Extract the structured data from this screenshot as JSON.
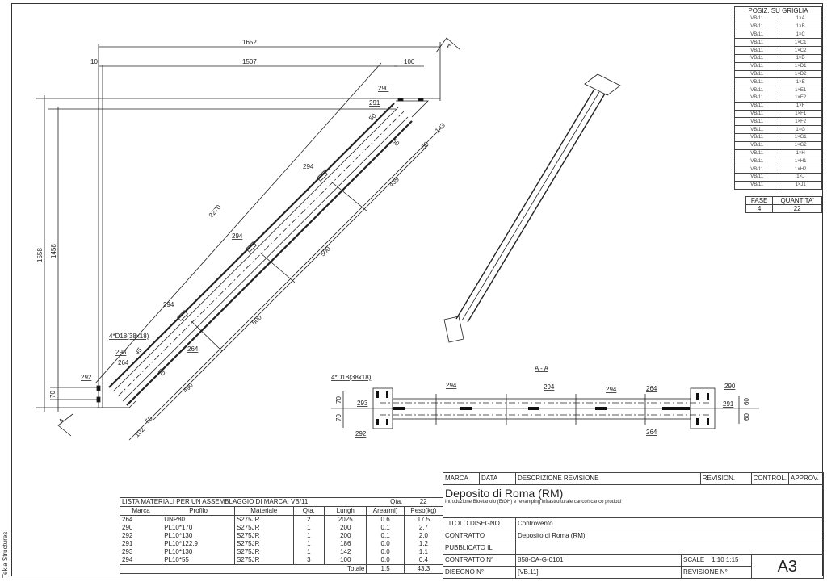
{
  "grid_table": {
    "title": "POSIZ. SU GRIGLIA",
    "rows": [
      [
        "VB/11",
        "1×A"
      ],
      [
        "VB/11",
        "1×B"
      ],
      [
        "VB/11",
        "1×C"
      ],
      [
        "VB/11",
        "1×C1"
      ],
      [
        "VB/11",
        "1×C2"
      ],
      [
        "VB/11",
        "1×D"
      ],
      [
        "VB/11",
        "1×D1"
      ],
      [
        "VB/11",
        "1×D2"
      ],
      [
        "VB/11",
        "1×E"
      ],
      [
        "VB/11",
        "1×E1"
      ],
      [
        "VB/11",
        "1×E2"
      ],
      [
        "VB/11",
        "1×F"
      ],
      [
        "VB/11",
        "1×F1"
      ],
      [
        "VB/11",
        "1×F2"
      ],
      [
        "VB/11",
        "1×G"
      ],
      [
        "VB/11",
        "1×G1"
      ],
      [
        "VB/11",
        "1×G2"
      ],
      [
        "VB/11",
        "1×H"
      ],
      [
        "VB/11",
        "1×H1"
      ],
      [
        "VB/11",
        "1×H2"
      ],
      [
        "VB/11",
        "1×J"
      ],
      [
        "VB/11",
        "1×J1"
      ]
    ]
  },
  "phase_table": {
    "fase_label": "FASE",
    "quantita_label": "QUANTITA'",
    "fase": "4",
    "quantita": "22"
  },
  "main_view": {
    "dims": {
      "d1652": "1652",
      "d1507": "1507",
      "d10": "10",
      "d100": "100",
      "d1558": "1558",
      "d1458": "1458",
      "d70": "70",
      "d2270": "2270",
      "d435": "435",
      "d500a": "500",
      "d500b": "500",
      "d490": "490",
      "d143": "143",
      "d50a": "50",
      "d50b": "50",
      "d50c": "50",
      "d45": "45",
      "d50d": "50",
      "d50e": "50",
      "d102": "102"
    },
    "labels": {
      "p290": "290",
      "p291": "291",
      "p294a": "294",
      "p294b": "294",
      "p294c": "294",
      "p264": "264",
      "p293": "293",
      "p264b": "264",
      "p292": "292",
      "holes": "4*D18(38x18)",
      "sectionA1": "A",
      "sectionA2": "A"
    }
  },
  "section_view": {
    "title": "A - A",
    "labels": {
      "holes": "4*D18(38x18)",
      "p293": "293",
      "p292": "292",
      "p294a": "294",
      "p294b": "294",
      "p294c": "294",
      "p264a": "264",
      "p264b": "264",
      "p290": "290",
      "p291": "291"
    },
    "dims": {
      "l70a": "70",
      "l70b": "70",
      "r60a": "60",
      "r60b": "60"
    }
  },
  "materials": {
    "title": "LISTA MATERIALI PER UN ASSEMBLAGGIO DI MARCA:  VB/11",
    "qta_label": "Qta.",
    "qta": "22",
    "headers": [
      "Marca",
      "Profilo",
      "Materiale",
      "Qta.",
      "Lungh",
      "Area(ml)",
      "Peso(kg)"
    ],
    "rows": [
      [
        "264",
        "UNP80",
        "S275JR",
        "2",
        "2025",
        "0.6",
        "17.5"
      ],
      [
        "290",
        "PL10*170",
        "S275JR",
        "1",
        "200",
        "0.1",
        "2.7"
      ],
      [
        "292",
        "PL10*130",
        "S275JR",
        "1",
        "200",
        "0.1",
        "2.0"
      ],
      [
        "291",
        "PL10*122.9",
        "S275JR",
        "1",
        "186",
        "0.0",
        "1.2"
      ],
      [
        "293",
        "PL10*130",
        "S275JR",
        "1",
        "142",
        "0.0",
        "1.1"
      ],
      [
        "294",
        "PL10*55",
        "S275JR",
        "3",
        "100",
        "0.0",
        "0.4"
      ]
    ],
    "total_label": "Totale",
    "total_area": "1.5",
    "total_weight": "43.3"
  },
  "title_block": {
    "rev_headers": [
      "MARCA",
      "DATA",
      "DESCRIZIONE REVISIONE",
      "REVISION.",
      "CONTROL.",
      "APPROV."
    ],
    "project": "Deposito di Roma (RM)",
    "subtitle": "Introduzione Bioetanolo (EtOH) e revamping infrastrutturale carico/scarico prodotti",
    "titolo_label": "TITOLO DISEGNO",
    "titolo": "Controvento",
    "contratto_label": "CONTRATTO",
    "contratto": "Deposito di Roma (RM)",
    "pubblicato_label": "PUBBLICATO IL",
    "contratto_n_label": "CONTRATTO N°",
    "contratto_n": "858-CA-G-0101",
    "scale_label": "SCALE",
    "scale": "1:10  1:15",
    "disegno_label": "DISEGNO N°",
    "disegno": "[VB.11]",
    "revisione_label": "REVISIONE N°",
    "format": "A3"
  },
  "software_label": "Tekla Structures"
}
